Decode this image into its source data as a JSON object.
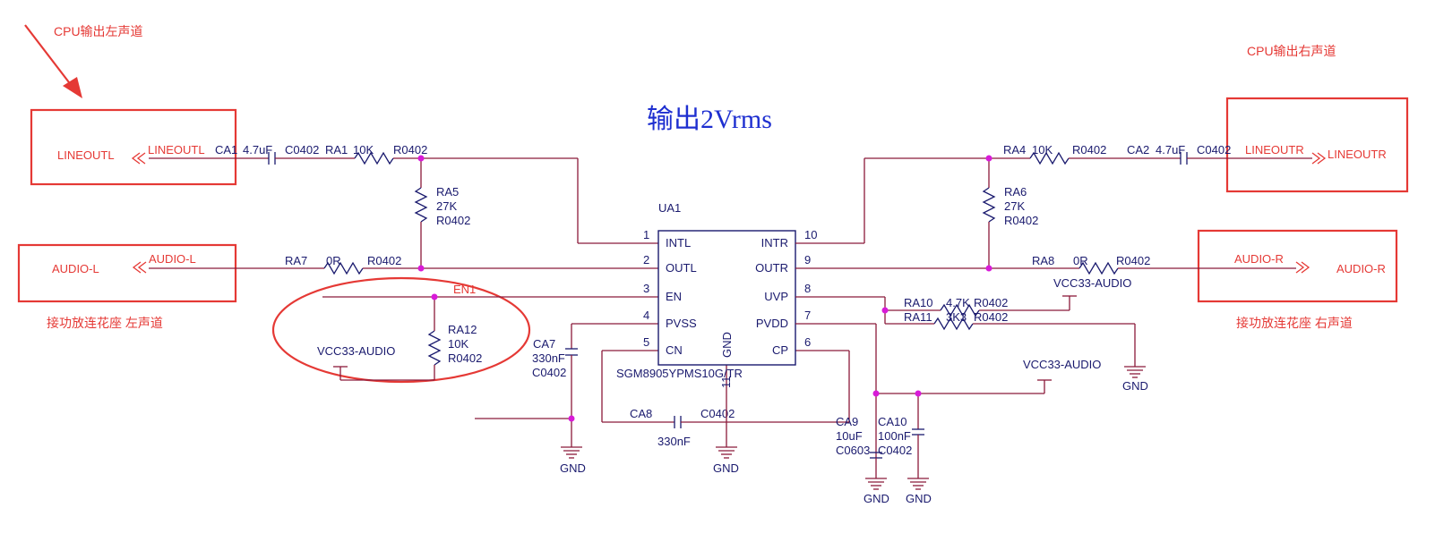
{
  "title": "输出2Vrms",
  "annotations": {
    "cpu_left": "CPU输出左声道",
    "cpu_right": "CPU输出右声道",
    "amp_left": "接功放连花座 左声道",
    "amp_right": "接功放连花座 右声道"
  },
  "ports": {
    "lineoutl_box": "LINEOUTL",
    "lineoutl_net": "LINEOUTL",
    "lineoutr_box": "LINEOUTR",
    "lineoutr_net": "LINEOUTR",
    "audiol_box": "AUDIO-L",
    "audiol_net": "AUDIO-L",
    "audior_box": "AUDIO-R",
    "audior_net": "AUDIO-R"
  },
  "ic": {
    "ref": "UA1",
    "part": "SGM8905YPMS10G/TR",
    "gnd_label": "GND",
    "gnd_pin": "11",
    "pins_left": [
      {
        "num": "1",
        "name": "INTL"
      },
      {
        "num": "2",
        "name": "OUTL"
      },
      {
        "num": "3",
        "name": "EN"
      },
      {
        "num": "4",
        "name": "PVSS"
      },
      {
        "num": "5",
        "name": "CN"
      }
    ],
    "pins_right": [
      {
        "num": "10",
        "name": "INTR"
      },
      {
        "num": "9",
        "name": "OUTR"
      },
      {
        "num": "8",
        "name": "UVP"
      },
      {
        "num": "7",
        "name": "PVDD"
      },
      {
        "num": "6",
        "name": "CP"
      }
    ]
  },
  "components": {
    "ca1": {
      "ref": "CA1",
      "value": "4.7uF",
      "pkg": "C0402"
    },
    "ra1": {
      "ref": "RA1",
      "value": "10K",
      "pkg": "R0402"
    },
    "ra5": {
      "ref": "RA5",
      "value": "27K",
      "pkg": "R0402"
    },
    "ra7": {
      "ref": "RA7",
      "value": "0R",
      "pkg": "R0402"
    },
    "ra12": {
      "ref": "RA12",
      "value": "10K",
      "pkg": "R0402"
    },
    "ca7": {
      "ref": "CA7",
      "value": "330nF",
      "pkg": "C0402"
    },
    "ca8": {
      "ref": "CA8",
      "value": "330nF",
      "pkg": "C0402"
    },
    "ra4": {
      "ref": "RA4",
      "value": "10K",
      "pkg": "R0402"
    },
    "ca2": {
      "ref": "CA2",
      "value": "4.7uF",
      "pkg": "C0402"
    },
    "ra6": {
      "ref": "RA6",
      "value": "27K",
      "pkg": "R0402"
    },
    "ra8": {
      "ref": "RA8",
      "value": "0R",
      "pkg": "R0402"
    },
    "ra10": {
      "ref": "RA10",
      "value": "4.7K",
      "pkg": "R0402"
    },
    "ra11": {
      "ref": "RA11",
      "value": "3K3",
      "pkg": "R0402"
    },
    "ca9": {
      "ref": "CA9",
      "value": "10uF",
      "pkg": "C0603"
    },
    "ca10": {
      "ref": "CA10",
      "value": "100nF",
      "pkg": "C0402"
    }
  },
  "nets": {
    "en1": "EN1",
    "vcc_left": "VCC33-AUDIO",
    "vcc_ra8": "VCC33-AUDIO",
    "vcc_pvdd": "VCC33-AUDIO",
    "gnd": "GND"
  }
}
